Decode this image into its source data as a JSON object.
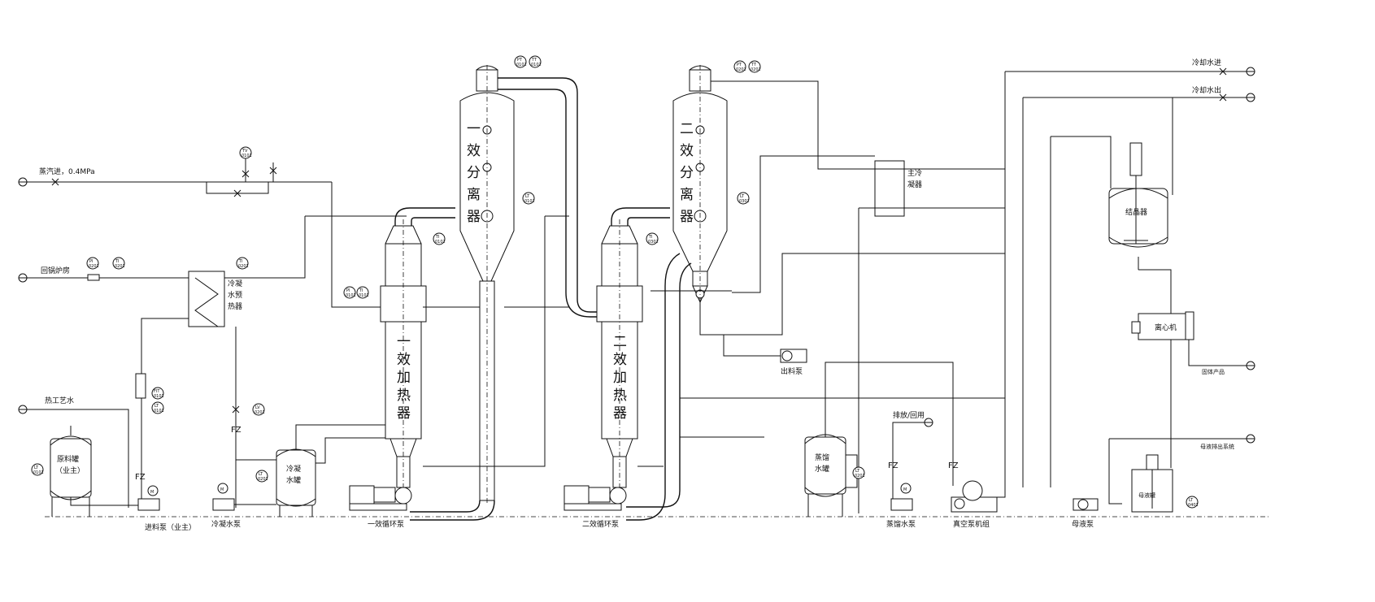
{
  "streams": {
    "steam_in": "蒸汽进，0.4MPa",
    "return_boiler": "回锅炉房",
    "hot_water": "热工艺水",
    "cool_in": "冷却水进",
    "cool_out": "冷却水出",
    "solid_product": "固体产品",
    "mother_out": "母液排出系统",
    "vent_reuse": "排放/回用"
  },
  "equipment": {
    "sep1": [
      "一",
      "效",
      "分",
      "离",
      "器"
    ],
    "sep2": [
      "二",
      "效",
      "分",
      "离",
      "器"
    ],
    "heat1": [
      "一",
      "效",
      "加",
      "热",
      "器"
    ],
    "heat2": [
      "二",
      "效",
      "加",
      "热",
      "器"
    ],
    "preheater": [
      "冷凝",
      "水预",
      "热器"
    ],
    "main_condenser": [
      "主冷",
      "凝器"
    ],
    "raw_tank": [
      "原料罐",
      "（业主）"
    ],
    "cond_tank": [
      "冷凝",
      "水罐"
    ],
    "dist_tank": [
      "蒸馏",
      "水罐"
    ],
    "crystallizer": "结晶器",
    "centrifuge": "离心机",
    "mother_tank": "母液罐"
  },
  "pumps": {
    "feed": "进料泵（业主）",
    "cond": "冷凝水泵",
    "circ1": "一效循环泵",
    "circ2": "二效循环泵",
    "discharge": "出料泵",
    "distill": "蒸馏水泵",
    "vacuum": "真空泵机组",
    "mother": "母液泵"
  },
  "instruments": {
    "tv": [
      "TV",
      "0101"
    ],
    "pi_ret": [
      "PI",
      "0201"
    ],
    "ti_ret": [
      "TI",
      "0201"
    ],
    "ti_pre": [
      "TI",
      "0201"
    ],
    "fit": [
      "FIT",
      "0101"
    ],
    "lt_feed": [
      "LT",
      "0101"
    ],
    "lt_raw": [
      "LT",
      "0101"
    ],
    "lt_cond": [
      "LT",
      "0201"
    ],
    "lv_cond": [
      "LV",
      "0201"
    ],
    "pi_h1": [
      "PI",
      "0101"
    ],
    "ti_h1": [
      "TI",
      "0101"
    ],
    "ti_s1": [
      "TI",
      "0102"
    ],
    "lt_s1": [
      "LT",
      "0102"
    ],
    "pt_s1": [
      "PT",
      "0102"
    ],
    "tt_s1": [
      "TT",
      "0102"
    ],
    "ti_s2": [
      "TI",
      "0302"
    ],
    "lt_s2": [
      "LT",
      "0302"
    ],
    "pt_s2": [
      "PT",
      "0202"
    ],
    "tt_s2": [
      "TT",
      "0202"
    ],
    "lt_dist": [
      "LT",
      "0201"
    ],
    "lt_mother": [
      "LT",
      "0401"
    ],
    "motor": "M",
    "fz": "FZ"
  }
}
